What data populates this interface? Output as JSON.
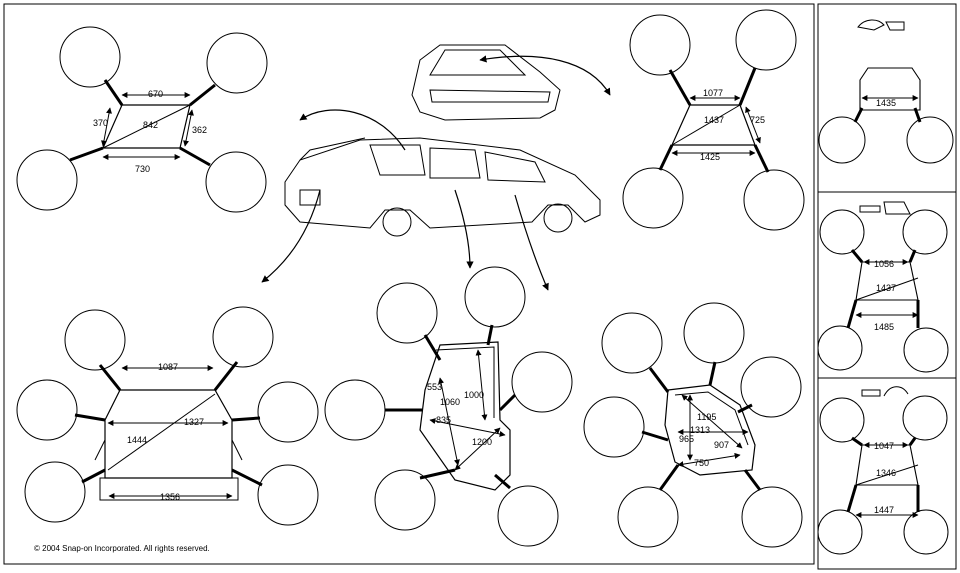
{
  "copyright": "© 2004 Snap-on Incorporated. All rights reserved.",
  "main": {
    "windshield": {
      "top": "670",
      "bottom": "730",
      "left": "370",
      "right": "362",
      "diag": "842"
    },
    "rear_window": {
      "top": "1077",
      "bottom": "1425",
      "diag": "1437",
      "right": "725"
    },
    "tailgate": {
      "top": "1087",
      "diag": "1444",
      "mid": "1327",
      "bottom": "1356"
    },
    "front_door": {
      "a": "553",
      "b": "1060",
      "c": "1000",
      "d": "835",
      "e": "1200"
    },
    "rear_door": {
      "a": "1195",
      "b": "1313",
      "c": "965",
      "d": "907",
      "e": "750"
    }
  },
  "sidebar": [
    {
      "icon": "rear-view-icon",
      "top": "1435"
    },
    {
      "icon": "side-view-icon",
      "top": "1056",
      "diag": "1437",
      "bottom": "1485"
    },
    {
      "icon": "front-view-icon",
      "top": "1047",
      "diag": "1346",
      "bottom": "1447"
    }
  ]
}
